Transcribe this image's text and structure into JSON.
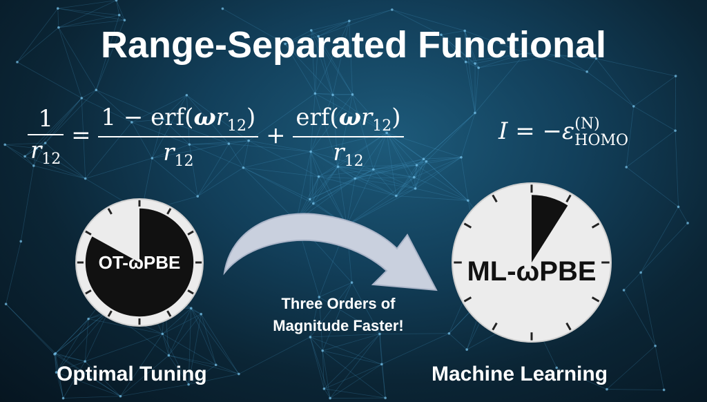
{
  "title": "Range-Separated Functional",
  "equation_left": {
    "lhs_num": "1",
    "lhs_den": "r",
    "sub": "12",
    "eq": "=",
    "t1_num_a": "1 − erf(",
    "omega": "ω",
    "r": "r",
    "t1_num_close": ")",
    "plus": "+",
    "t2_num_a": "erf("
  },
  "equation_right": {
    "I": "I",
    "eq": "= −",
    "eps": "ε",
    "sub": "HOMO",
    "sup": "(N)"
  },
  "left_clock": {
    "label": "OT-ωPBE",
    "elapsed_fraction": 0.83
  },
  "right_clock": {
    "label": "ML-ωPBE",
    "elapsed_fraction": 0.09
  },
  "arrow_caption": [
    "Three Orders of",
    "Magnitude Faster!"
  ],
  "left_caption": "Optimal Tuning",
  "right_caption": "Machine Learning"
}
